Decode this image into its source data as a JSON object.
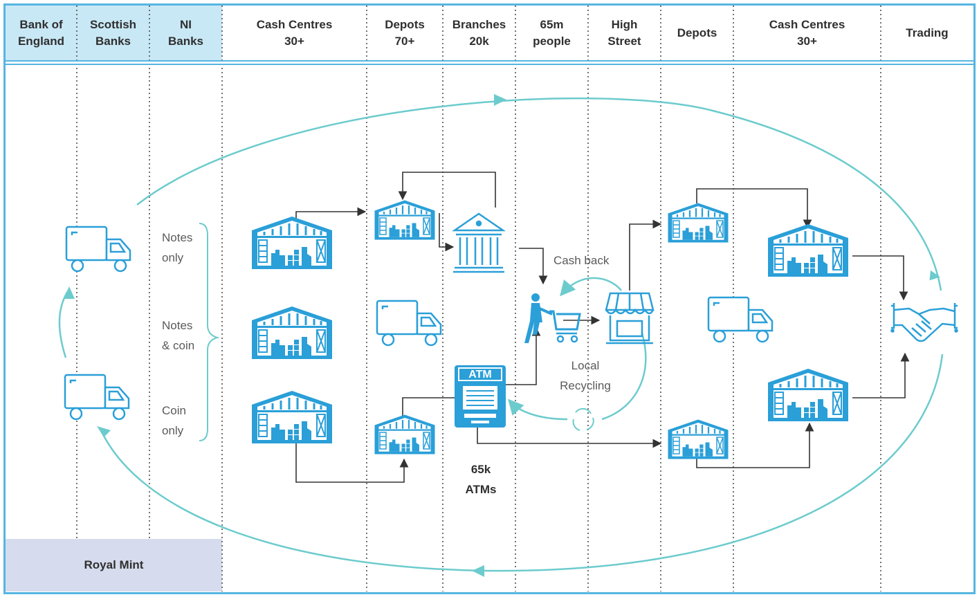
{
  "columns": [
    {
      "line1": "Bank of",
      "line2": "England"
    },
    {
      "line1": "Scottish",
      "line2": "Banks"
    },
    {
      "line1": "NI",
      "line2": "Banks"
    },
    {
      "line1": "Cash Centres",
      "line2": "30+"
    },
    {
      "line1": "Depots",
      "line2": "70+"
    },
    {
      "line1": "Branches",
      "line2": "20k"
    },
    {
      "line1": "65m",
      "line2": "people"
    },
    {
      "line1": "High",
      "line2": "Street"
    },
    {
      "line1": "Depots",
      "line2": ""
    },
    {
      "line1": "Cash Centres",
      "line2": "30+"
    },
    {
      "line1": "Trading",
      "line2": ""
    }
  ],
  "brace_labels": [
    {
      "line1": "Notes",
      "line2": "only"
    },
    {
      "line1": "Notes",
      "line2": "& coin"
    },
    {
      "line1": "Coin",
      "line2": "only"
    }
  ],
  "cash_back": "Cash back",
  "local_recycling": {
    "line1": "Local",
    "line2": "Recycling"
  },
  "atms": {
    "line1": "65k",
    "line2": "ATMs"
  },
  "atm_sign": "ATM",
  "royal_mint": "Royal Mint",
  "colors": {
    "accent": "#2a9fd8",
    "flow": "#6ccbcd",
    "border": "#55b5e1",
    "header_blue": "#c9e8f6",
    "royal_mint_bg": "#d6dced",
    "arrow": "#333333"
  }
}
